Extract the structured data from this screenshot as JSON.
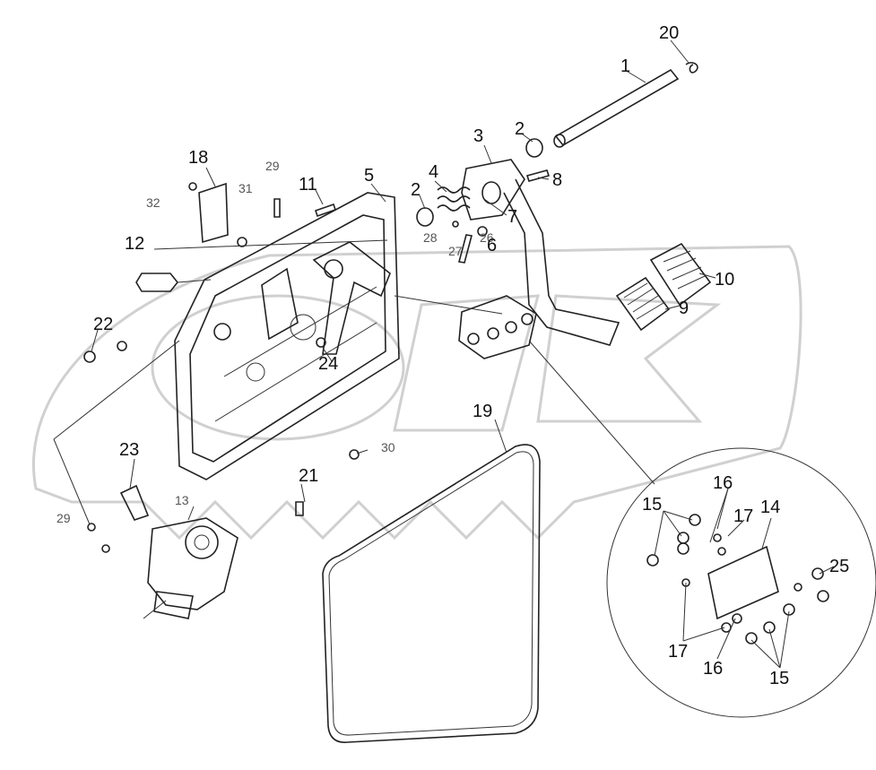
{
  "diagram": {
    "callouts": {
      "c1": "1",
      "c2a": "2",
      "c2b": "2",
      "c3": "3",
      "c4": "4",
      "c5": "5",
      "c6": "6",
      "c7": "7",
      "c8": "8",
      "c9": "9",
      "c10": "10",
      "c11": "11",
      "c12": "12",
      "c13": "13",
      "c14": "14",
      "c15a": "15",
      "c15b": "15",
      "c16a": "16",
      "c16b": "16",
      "c17a": "17",
      "c17b": "17",
      "c18": "18",
      "c19": "19",
      "c20": "20",
      "c21": "21",
      "c22": "22",
      "c23": "23",
      "c24": "24",
      "c25": "25",
      "c26": "26",
      "c27": "27",
      "c28": "28",
      "c29a": "29",
      "c29b": "29",
      "c30": "30",
      "c31": "31",
      "c32": "32"
    },
    "colors": {
      "line": "#222222",
      "watermark": "#d0d0d0",
      "background": "#ffffff"
    }
  }
}
